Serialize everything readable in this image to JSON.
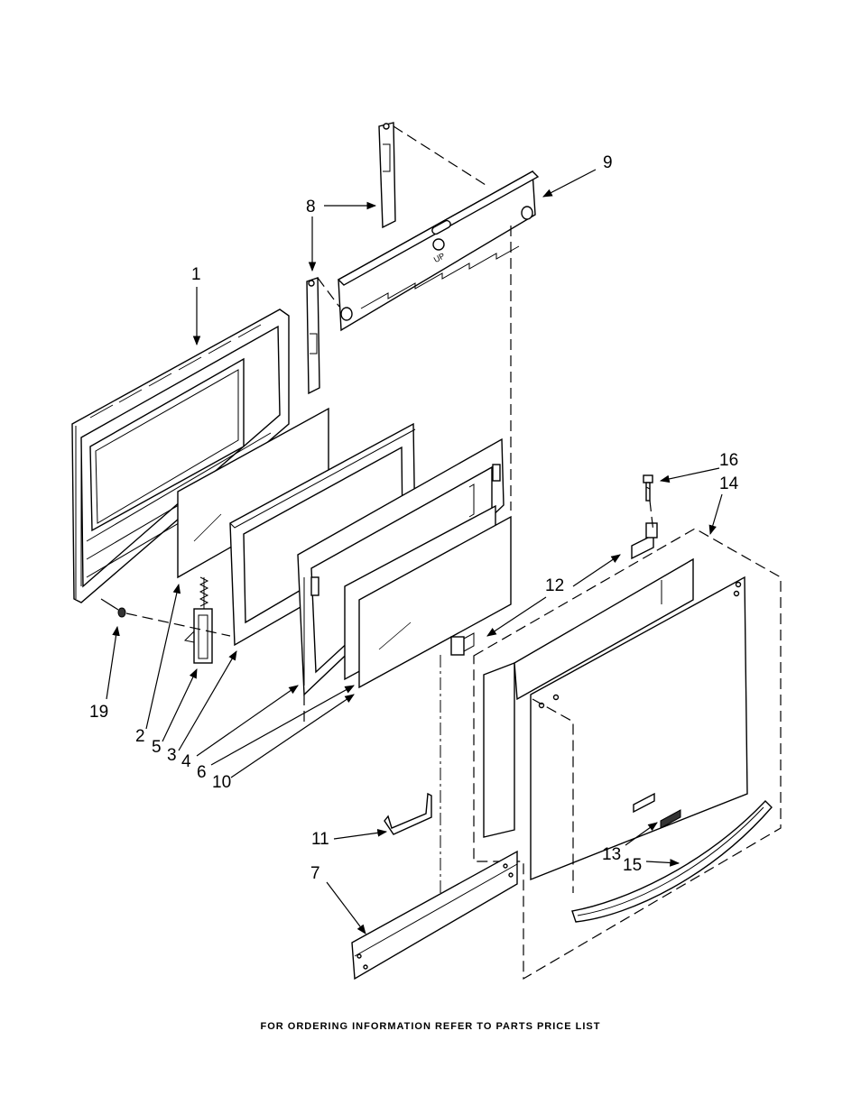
{
  "footer": {
    "text": "FOR ORDERING INFORMATION REFER TO PARTS PRICE LIST"
  },
  "panel_stamp": {
    "text": "UP"
  },
  "callouts": {
    "c1": "1",
    "c2": "2",
    "c3": "3",
    "c4": "4",
    "c5": "5",
    "c6": "6",
    "c7": "7",
    "c8": "8",
    "c9": "9",
    "c10": "10",
    "c11": "11",
    "c12": "12",
    "c13": "13",
    "c14": "14",
    "c15": "15",
    "c16": "16",
    "c19": "19"
  }
}
